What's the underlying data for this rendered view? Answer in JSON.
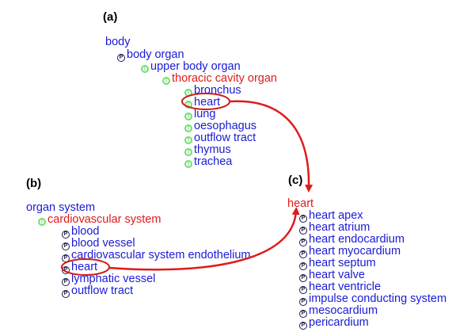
{
  "panels": {
    "a": {
      "label": "(a)",
      "root": "body",
      "chain": [
        {
          "text": "body organ",
          "badge": "P",
          "color": "blue"
        },
        {
          "text": "upper body organ",
          "badge": "I",
          "color": "blue"
        },
        {
          "text": "thoracic cavity organ",
          "badge": "I",
          "color": "red"
        }
      ],
      "children": [
        {
          "text": "bronchus",
          "badge": "I"
        },
        {
          "text": "heart",
          "badge": "I"
        },
        {
          "text": "lung",
          "badge": "I"
        },
        {
          "text": "oesophagus",
          "badge": "I"
        },
        {
          "text": "outflow tract",
          "badge": "I"
        },
        {
          "text": "thymus",
          "badge": "I"
        },
        {
          "text": "trachea",
          "badge": "I"
        }
      ]
    },
    "b": {
      "label": "(b)",
      "root": "organ system",
      "parent": {
        "text": "cardiovascular system",
        "badge": "I"
      },
      "children": [
        {
          "text": "blood",
          "badge": "P"
        },
        {
          "text": "blood vessel",
          "badge": "P"
        },
        {
          "text": "cardiovascular system endothelium",
          "badge": "P"
        },
        {
          "text": "heart",
          "badge": "P"
        },
        {
          "text": "lymphatic vessel",
          "badge": "P"
        },
        {
          "text": "outflow tract",
          "badge": "P"
        }
      ]
    },
    "c": {
      "label": "(c)",
      "root": "heart",
      "children": [
        {
          "text": "heart apex",
          "badge": "P"
        },
        {
          "text": "heart atrium",
          "badge": "P"
        },
        {
          "text": "heart endocardium",
          "badge": "P"
        },
        {
          "text": "heart myocardium",
          "badge": "P"
        },
        {
          "text": "heart septum",
          "badge": "P"
        },
        {
          "text": "heart valve",
          "badge": "P"
        },
        {
          "text": "heart ventricle",
          "badge": "P"
        },
        {
          "text": "impulse conducting system",
          "badge": "P"
        },
        {
          "text": "mesocardium",
          "badge": "P"
        },
        {
          "text": "pericardium",
          "badge": "P"
        }
      ]
    }
  },
  "colors": {
    "term": "#1a1ad6",
    "highlight": "#e01a1a",
    "part_of_badge": "#1b1b4a",
    "is_a_badge": "#6ee06e"
  }
}
